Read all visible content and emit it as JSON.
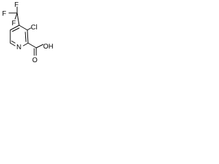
{
  "diagram": {
    "atoms": {
      "f_top": "F",
      "f_left": "F",
      "f_bottom": "F",
      "cl": "Cl",
      "n": "N",
      "o": "O",
      "oh": "OH"
    },
    "colors": {
      "ink": "#000000",
      "background": "#ffffff"
    }
  }
}
